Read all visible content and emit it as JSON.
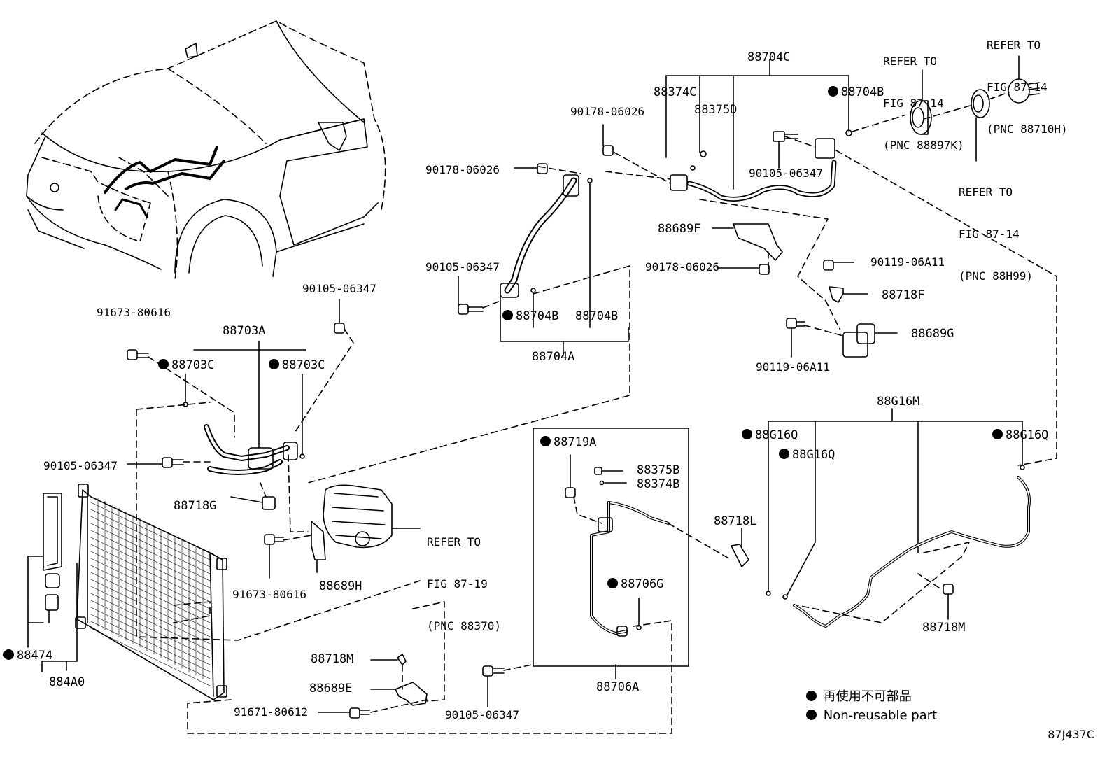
{
  "figure_id": "87J437C",
  "legend": {
    "jp": "再使用不可部品",
    "en": "Non-reusable part"
  },
  "references": [
    {
      "lines": [
        "REFER TO",
        "FIG 87-14",
        "(PNC 88710H)"
      ]
    },
    {
      "lines": [
        "REFER TO",
        "FIG 87-14",
        "(PNC 88897K)"
      ]
    },
    {
      "lines": [
        "REFER TO",
        "FIG 87-14",
        "(PNC 88H99)"
      ]
    },
    {
      "lines": [
        "REFER TO",
        "FIG 87-19",
        "(PNC 88370)"
      ]
    }
  ],
  "parts": [
    "88704C",
    "88374C",
    "88375D",
    "88704B",
    "90178-06026",
    "90178-06026",
    "90105-06347",
    "88689F",
    "90178-06026",
    "90105-06347",
    "88704B",
    "88704B",
    "88704A",
    "90119-06A11",
    "88718F",
    "88689G",
    "90119-06A11",
    "90105-06347",
    "91673-80616",
    "88703A",
    "88703C",
    "88703C",
    "90105-06347",
    "88718G",
    "91673-80616",
    "88689H",
    "88G16M",
    "88G16Q",
    "88G16Q",
    "88G16Q",
    "88719A",
    "88375B",
    "88374B",
    "88718L",
    "88706G",
    "88718M",
    "88474",
    "884A0",
    "88718M",
    "88689E",
    "91671-80612",
    "90105-06347",
    "88706A"
  ]
}
